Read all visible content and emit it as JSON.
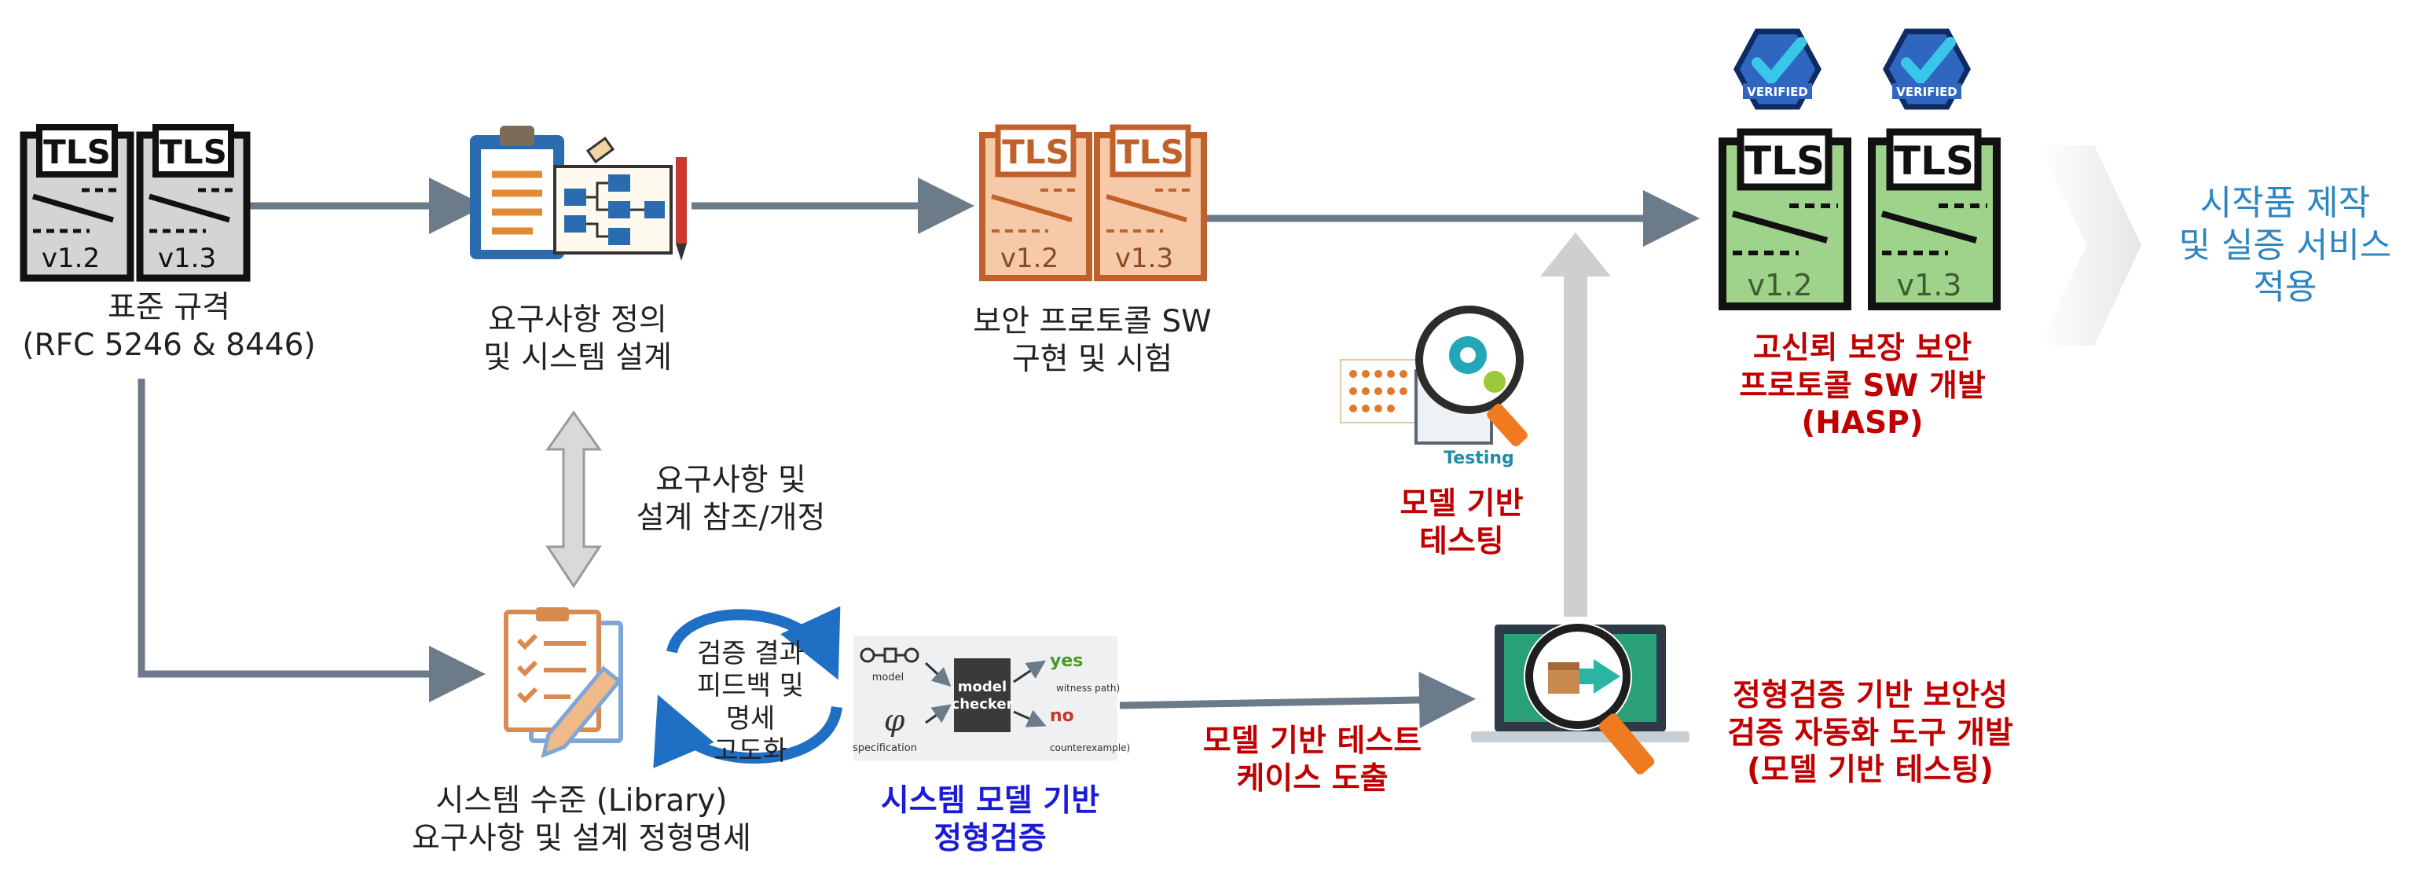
{
  "colors": {
    "arrow": "#6b7b8a",
    "doc_gray": "#d4d4d4",
    "doc_orange": "#f6c9a8",
    "doc_orange_stroke": "#c0612b",
    "doc_green": "#9fd28b",
    "badge_blue": "#2f67c0",
    "check": "#38c7e8",
    "red_text": "#c00000",
    "blue_text": "#1b1bd6",
    "teal_text": "#2e86c1"
  },
  "doc_labels": {
    "tls": "TLS",
    "v12": "v1.2",
    "v13": "v1.3",
    "verified": "VERIFIED"
  },
  "labels": {
    "standard": "표준 규격\n(RFC 5246 & 8446)",
    "requirements": "요구사항 정의\n및 시스템 설계",
    "implementation": "보안 프로토콜 SW\n구현 및 시험",
    "hasp": "고신뢰 보장 보안\n프로토콜 SW 개발\n(HASP)",
    "prototype": "시작품 제작\n및 실증 서비스\n적용",
    "ref_revision": "요구사항 및\n설계  참조/개정",
    "feedback": "검증 결과\n피드백 및\n명세\n고도화",
    "formal_spec": "시스템 수준 (Library)\n요구사항 및 설계 정형명세",
    "model_verification": "시스템 모델 기반\n정형검증",
    "test_case": "모델 기반 테스트\n케이스 도출",
    "model_testing": "모델 기반\n테스팅",
    "auto_tool": "정형검증 기반 보안성\n검증 자동화 도구 개발\n(모델 기반 테스팅)",
    "testing_caption": "Testing"
  },
  "model_checker": {
    "model": "model",
    "specification": "specification",
    "box": "model\nchecker",
    "yes": "yes",
    "witness": "witness path)",
    "no": "no",
    "counter": "counterexample)"
  }
}
